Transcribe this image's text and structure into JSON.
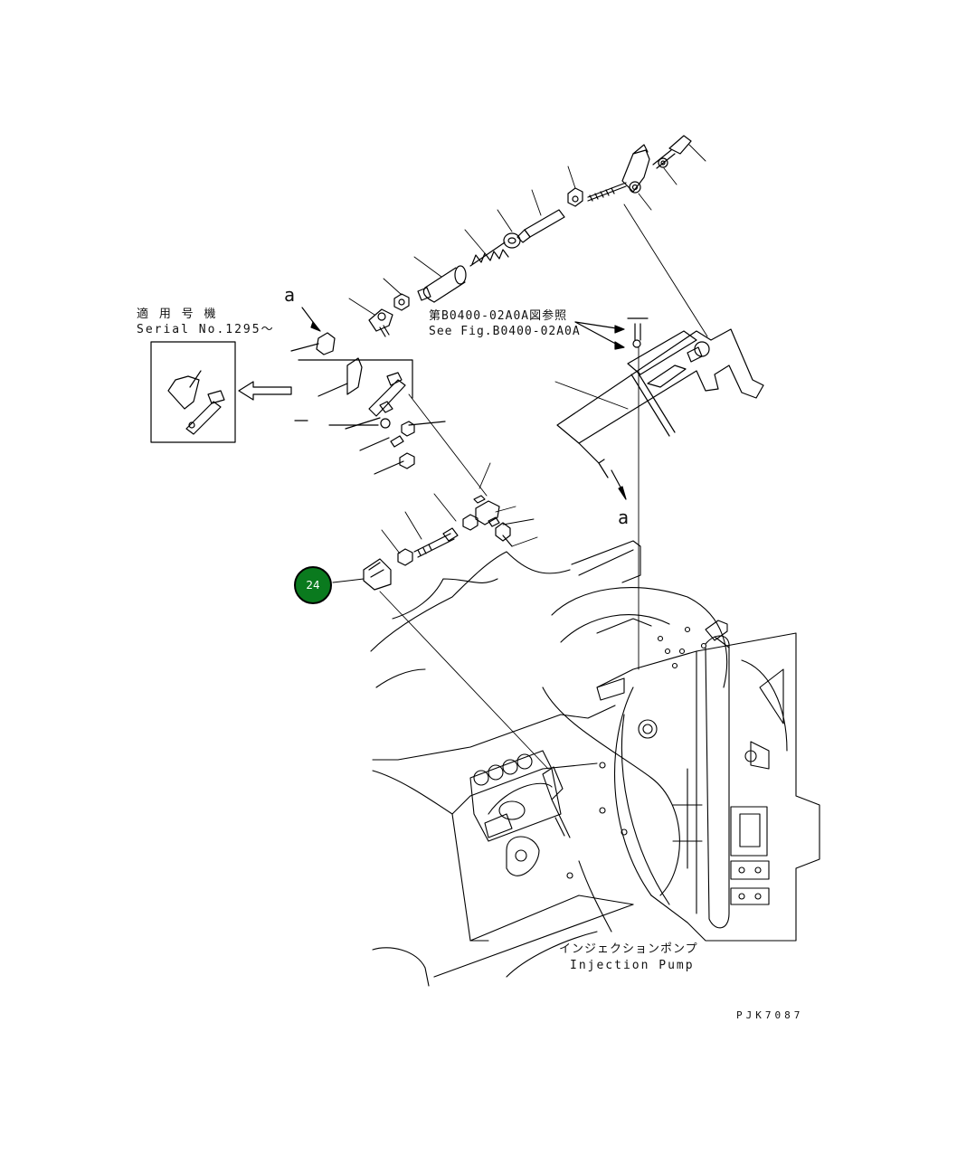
{
  "diagram": {
    "note_jp": "適 用 号 機",
    "note_serial": "Serial No.1295～",
    "ref_jp": "第B0400-02A0A図参照",
    "ref_en": "See Fig.B0400-02A0A",
    "marker_a_top": "a",
    "marker_a_right": "a",
    "callout_number": "24",
    "injection_pump_jp": "インジェクションポンプ",
    "injection_pump_en": "Injection Pump",
    "drawing_code": "PJK7087",
    "callout_color": "#0a7a1e"
  }
}
